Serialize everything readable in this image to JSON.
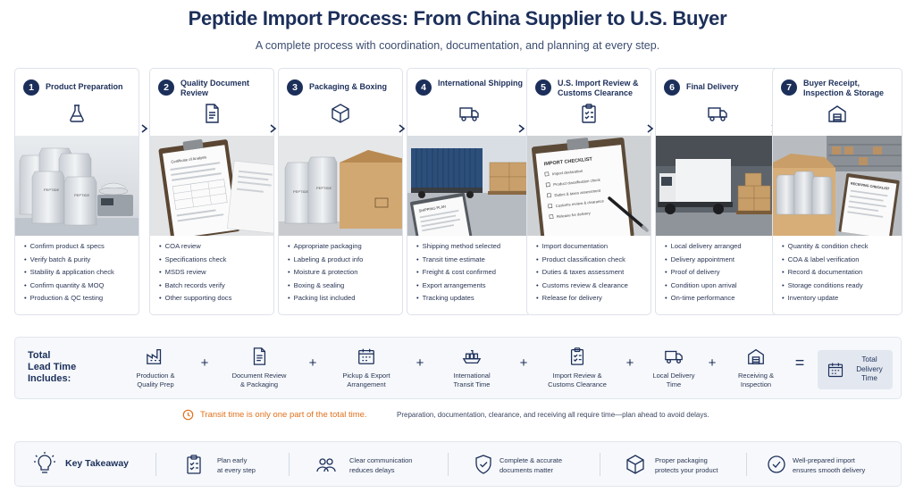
{
  "header": {
    "title": "Peptide Import Process: From China Supplier to U.S. Buyer",
    "subtitle": "A complete process with coordination, documentation, and planning at every step."
  },
  "steps": [
    {
      "number": "1",
      "title": "Product Preparation",
      "icon": "flask-icon",
      "items": [
        "Confirm product & specs",
        "Verify batch & purity",
        "Stability & application check",
        "Confirm quantity & MOQ",
        "Production & QC testing"
      ]
    },
    {
      "number": "2",
      "title": "Quality Document Review",
      "icon": "document-icon",
      "items": [
        "COA review",
        "Specifications check",
        "MSDS review",
        "Batch records verify",
        "Other supporting docs"
      ]
    },
    {
      "number": "3",
      "title": "Packaging & Boxing",
      "icon": "box-icon",
      "items": [
        "Appropriate packaging",
        "Labeling & product info",
        "Moisture & protection",
        "Boxing & sealing",
        "Packing list included"
      ]
    },
    {
      "number": "4",
      "title": "International Shipping",
      "icon": "truck-icon",
      "items": [
        "Shipping method selected",
        "Transit time estimate",
        "Freight & cost confirmed",
        "Export arrangements",
        "Tracking updates"
      ]
    },
    {
      "number": "5",
      "title": "U.S. Import Review & Customs Clearance",
      "icon": "checklist-icon",
      "items": [
        "Import documentation",
        "Product classification check",
        "Duties & taxes assessment",
        "Customs review & clearance",
        "Release for delivery"
      ]
    },
    {
      "number": "6",
      "title": "Final Delivery",
      "icon": "delivery-truck-icon",
      "items": [
        "Local delivery arranged",
        "Delivery appointment",
        "Proof of delivery",
        "Condition upon arrival",
        "On-time performance"
      ]
    },
    {
      "number": "7",
      "title": "Buyer Receipt, Inspection & Storage",
      "icon": "warehouse-icon",
      "items": [
        "Quantity & condition check",
        "COA & label verification",
        "Record & documentation",
        "Storage conditions ready",
        "Inventory update"
      ]
    }
  ],
  "photos": {
    "pouch_label": "PEPTIDE",
    "coa_heading": "Certificate of Analysis",
    "shipping_doc": "SHIPPING PLAN",
    "checklist_heading": "IMPORT CHECKLIST",
    "checklist_items": [
      "Import declaration",
      "Product classification check",
      "Duties & taxes assessment",
      "Customs review & clearance",
      "Release for delivery"
    ],
    "receiving_heading": "RECEIVING CHECKLIST"
  },
  "lead_time": {
    "label_line1": "Total",
    "label_line2": "Lead Time",
    "label_line3": "Includes:",
    "plus": "+",
    "equals": "=",
    "items": [
      {
        "line1": "Production &",
        "line2": "Quality Prep",
        "icon": "factory-icon"
      },
      {
        "line1": "Document Review",
        "line2": "& Packaging",
        "icon": "document-icon"
      },
      {
        "line1": "Pickup & Export",
        "line2": "Arrangement",
        "icon": "calendar-icon"
      },
      {
        "line1": "International",
        "line2": "Transit Time",
        "icon": "ship-icon"
      },
      {
        "line1": "Import Review &",
        "line2": "Customs Clearance",
        "icon": "clipboard-icon"
      },
      {
        "line1": "Local Delivery",
        "line2": "Time",
        "icon": "truck-icon"
      },
      {
        "line1": "Receiving &",
        "line2": "Inspection",
        "icon": "house-icon"
      }
    ],
    "total_line1": "Total",
    "total_line2": "Delivery",
    "total_line3": "Time"
  },
  "note": {
    "main": "Transit time is only one part of the total time.",
    "sub": "Preparation, documentation, clearance, and receiving all require time—plan ahead to avoid delays."
  },
  "takeaway": {
    "title": "Key Takeaway",
    "items": [
      {
        "line1": "Plan early",
        "line2": "at every step",
        "icon": "clipboard-check-icon"
      },
      {
        "line1": "Clear communication",
        "line2": "reduces delays",
        "icon": "people-icon"
      },
      {
        "line1": "Complete & accurate",
        "line2": "documents matter",
        "icon": "shield-check-icon"
      },
      {
        "line1": "Proper packaging",
        "line2": "protects your product",
        "icon": "package-icon"
      },
      {
        "line1": "Well-prepared import",
        "line2": "ensures smooth delivery",
        "icon": "check-circle-icon"
      }
    ]
  },
  "colors": {
    "navy": "#1c2f5a",
    "orange": "#e0711d",
    "panel": "#f6f8fb"
  }
}
